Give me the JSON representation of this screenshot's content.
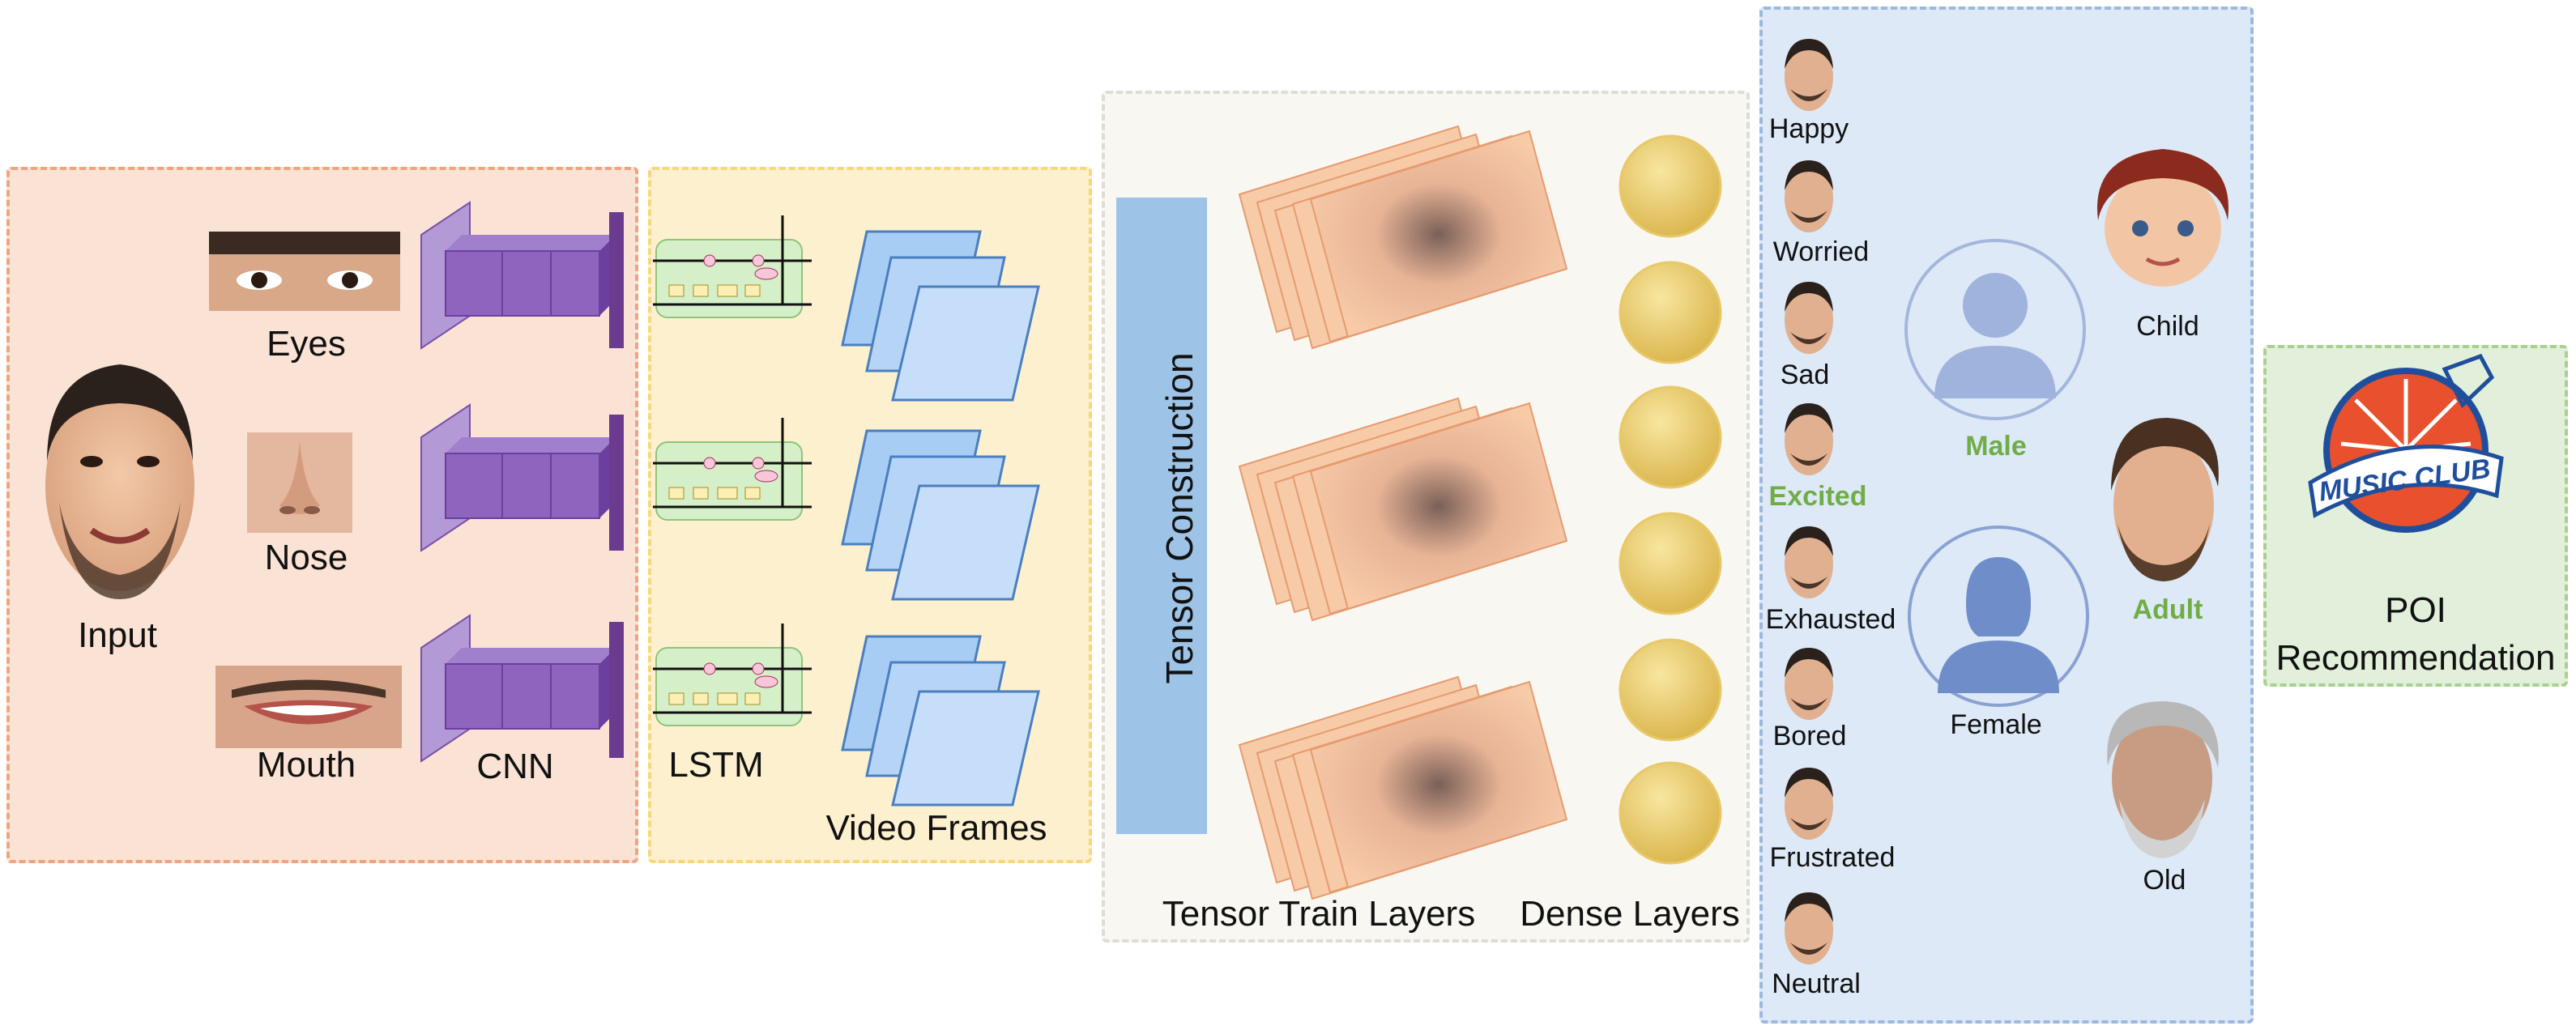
{
  "stage1": {
    "input": "Input",
    "eyes": "Eyes",
    "nose": "Nose",
    "mouth": "Mouth",
    "cnn": "CNN"
  },
  "stage2": {
    "lstm": "LSTM",
    "video_frames": "Video Frames"
  },
  "stage3": {
    "tensor_construction": "Tensor Construction",
    "tensor_train": "Tensor Train Layers",
    "dense": "Dense Layers"
  },
  "emotions": [
    "Happy",
    "Worried",
    "Sad",
    "Excited",
    "Exhausted",
    "Bored",
    "Frustrated",
    "Neutral"
  ],
  "highlighted_emotion": "Excited",
  "gender": {
    "male": "Male",
    "female": "Female"
  },
  "age": {
    "child": "Child",
    "adult": "Adult",
    "old": "Old"
  },
  "output": {
    "logo_text": "MUSIC CLUB",
    "line1": "POI",
    "line2": "Recommendation"
  },
  "colors": {
    "highlight_green": "#70ad47",
    "cnn_purple": "#7b4fa8",
    "frame_blue": "#9cc3f0",
    "tensor_orange": "#f4b183",
    "dense_gold": "#f2d27a"
  }
}
